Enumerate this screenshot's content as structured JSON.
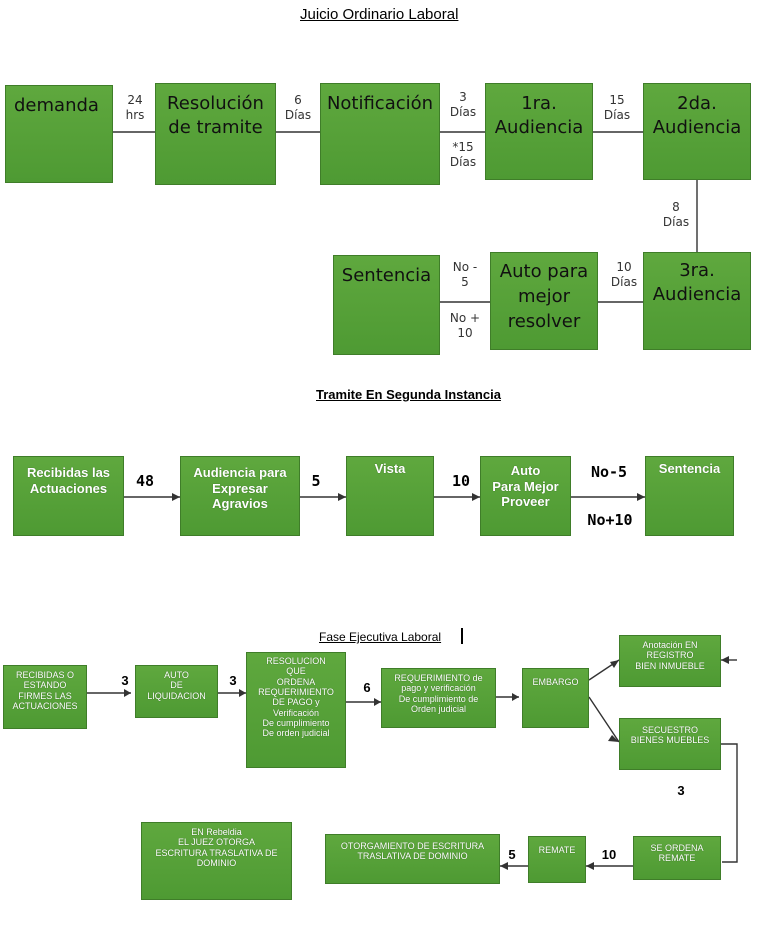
{
  "section1": {
    "title": "Juicio Ordinario Laboral",
    "boxes": {
      "demanda": "demanda",
      "resolucion": "Resolución\nde tramite",
      "notificacion": "Notificación",
      "audiencia1": "1ra.\nAudiencia",
      "audiencia2": "2da.\nAudiencia",
      "audiencia3": "3ra.\nAudiencia",
      "auto": "Auto para\nmejor\nresolver",
      "sentencia": "Sentencia"
    },
    "labels": {
      "l24": "24\nhrs",
      "l6": "6\nDías",
      "l3": "3\nDías",
      "l15star": "*15\nDías",
      "l15": "15\nDías",
      "l8": "8\nDías",
      "l10": "10\nDías",
      "no5": "No -\n5",
      "no10": "No +\n10"
    }
  },
  "section2": {
    "title": "Tramite En Segunda Instancia",
    "boxes": {
      "recibidas": "Recibidas las\nActuaciones",
      "audiencia": "Audiencia para\nExpresar\nAgravios",
      "vista": "Vista",
      "auto": "Auto\nPara Mejor\nProveer",
      "sentencia": "Sentencia"
    },
    "labels": {
      "l48": "48",
      "l5": "5",
      "l10": "10",
      "no5": "No-5",
      "no10": "No+10"
    }
  },
  "section3": {
    "title": "Fase Ejecutiva Laboral",
    "boxes": {
      "recibidas": "RECIBIDAS O\nESTANDO\nFIRMES LAS\nACTUACIONES",
      "auto": "AUTO\nDE\nLIQUIDACION",
      "resolucion": "RESOLUCION\nQUE\nORDENA\nREQUERIMIENTO\nDE PAGO y\nVerificación\nDe cumplimiento\nDe orden judicial",
      "requerimiento": "REQUERIMIENTO de\npago y verificación\nDe cumplimiento de\nOrden judicial",
      "embargo": "EMBARGO",
      "anotacion": "Anotación EN\nREGISTRO\nBIEN INMUEBLE",
      "secuestro": "SECUESTRO\nBIENES MUEBLES",
      "ordena": "SE ORDENA\nREMATE",
      "remate": "REMATE",
      "otorgamiento": "OTORGAMIENTO DE ESCRITURA\nTRASLATIVA DE DOMINIO",
      "rebeldia": "EN Rebeldia\nEL JUEZ OTORGA\nESCRITURA TRASLATIVA DE\nDOMINIO"
    },
    "labels": {
      "l3a": "3",
      "l3b": "3",
      "l6": "6",
      "l3c": "3",
      "l10": "10",
      "l5": "5"
    }
  }
}
